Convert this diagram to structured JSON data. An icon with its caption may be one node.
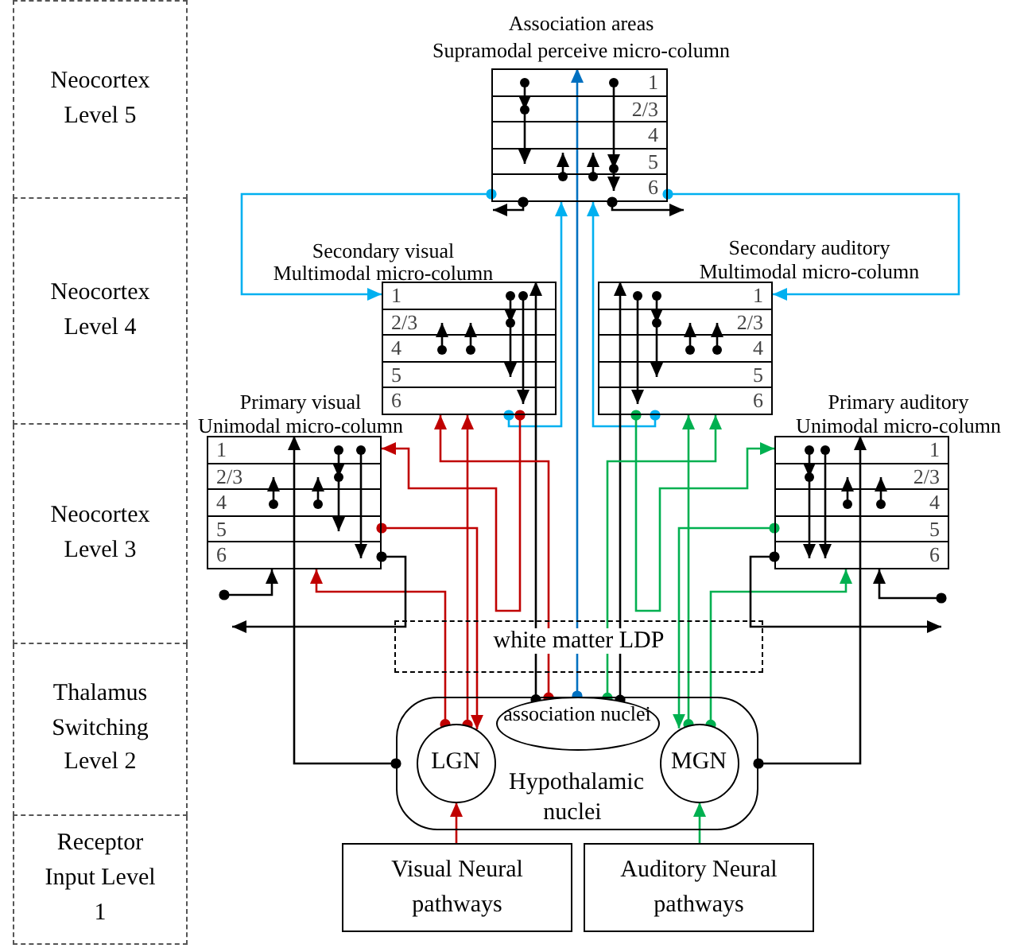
{
  "diagram": {
    "nodes": [
      {
        "text": [
          "Neocortex Level 5"
        ]
      },
      {
        "text": [
          "Neocortex Level 4"
        ]
      },
      {
        "text": [
          "Neocortex Level 3"
        ]
      },
      {
        "text": [
          "Thalamus Switching Level 2"
        ]
      },
      {
        "text": [
          "Receptor Input Level 1"
        ]
      },
      {
        "text": [
          "Association areas",
          "Supramodal perceive micro-column"
        ]
      },
      {
        "text": [
          "Secondary visual",
          "Multimodal micro-column"
        ]
      },
      {
        "text": [
          "Secondary auditory",
          "Multimodal micro-column"
        ]
      },
      {
        "text": [
          "Primary visual",
          "Unimodal micro-column"
        ]
      },
      {
        "text": [
          "Primary auditory",
          "Unimodal micro-column"
        ]
      },
      {
        "text": [
          "Hypothalamic nuclei"
        ]
      },
      {
        "text": [
          "association nuclei"
        ],
        "in": 10
      },
      {
        "text": [
          "LGN"
        ],
        "in": 10
      },
      {
        "text": [
          "MGN"
        ],
        "in": 10
      },
      {
        "text": [
          "Visual Neural pathways"
        ]
      },
      {
        "text": [
          "Auditory Neural pathways"
        ]
      }
    ],
    "edges": [
      {
        "from": 5,
        "to": 6,
        "arrow": "to",
        "color": "#00b0f0"
      },
      {
        "from": 5,
        "to": 7,
        "arrow": "to",
        "color": "#00b0f0"
      },
      {
        "from": 6,
        "to": 5,
        "arrow": "to",
        "color": "#00b0f0"
      },
      {
        "from": 7,
        "to": 5,
        "arrow": "to",
        "color": "#00b0f0"
      },
      {
        "from": 11,
        "to": 5,
        "arrow": "to",
        "color": "#0070c0"
      },
      {
        "from": 5,
        "to": null,
        "arrow": "to"
      },
      {
        "from": 5,
        "to": null,
        "arrow": "to"
      },
      {
        "from": 11,
        "to": 6,
        "arrow": "to"
      },
      {
        "from": 11,
        "to": 7,
        "arrow": "to"
      },
      {
        "from": 12,
        "to": 6,
        "arrow": "to",
        "color": "#c00000"
      },
      {
        "from": 12,
        "to": 8,
        "arrow": "to",
        "color": "#c00000"
      },
      {
        "from": 8,
        "to": 12,
        "arrow": "to",
        "color": "#c00000"
      },
      {
        "from": 6,
        "to": 8,
        "arrow": "to",
        "color": "#c00000"
      },
      {
        "from": 11,
        "to": 6,
        "arrow": "to",
        "color": "#c00000"
      },
      {
        "from": 13,
        "to": 7,
        "arrow": "to",
        "color": "#00b050"
      },
      {
        "from": 13,
        "to": 9,
        "arrow": "to",
        "color": "#00b050"
      },
      {
        "from": 9,
        "to": 13,
        "arrow": "to",
        "color": "#00b050"
      },
      {
        "from": 7,
        "to": 9,
        "arrow": "to",
        "color": "#00b050"
      },
      {
        "from": 11,
        "to": 7,
        "arrow": "to",
        "color": "#00b050"
      },
      {
        "from": 10,
        "to": 8,
        "arrow": "to"
      },
      {
        "from": 10,
        "to": 9,
        "arrow": "to"
      },
      {
        "from": null,
        "to": 8,
        "arrow": "to"
      },
      {
        "from": null,
        "to": 9,
        "arrow": "to"
      },
      {
        "from": 8,
        "to": null,
        "arrow": "to"
      },
      {
        "from": 9,
        "to": null,
        "arrow": "to"
      },
      {
        "from": 14,
        "to": 12,
        "arrow": "to",
        "color": "#c00000"
      },
      {
        "from": 15,
        "to": 13,
        "arrow": "to",
        "color": "#00b050"
      }
    ],
    "labels": [
      "1",
      "2/3",
      "4",
      "5",
      "6",
      "1",
      "2/3",
      "4",
      "5",
      "6",
      "1",
      "2/3",
      "4",
      "5",
      "6",
      "1",
      "2/3",
      "4",
      "5",
      "6",
      "1",
      "2/3",
      "4",
      "5",
      "6",
      "white matter LDP"
    ]
  }
}
